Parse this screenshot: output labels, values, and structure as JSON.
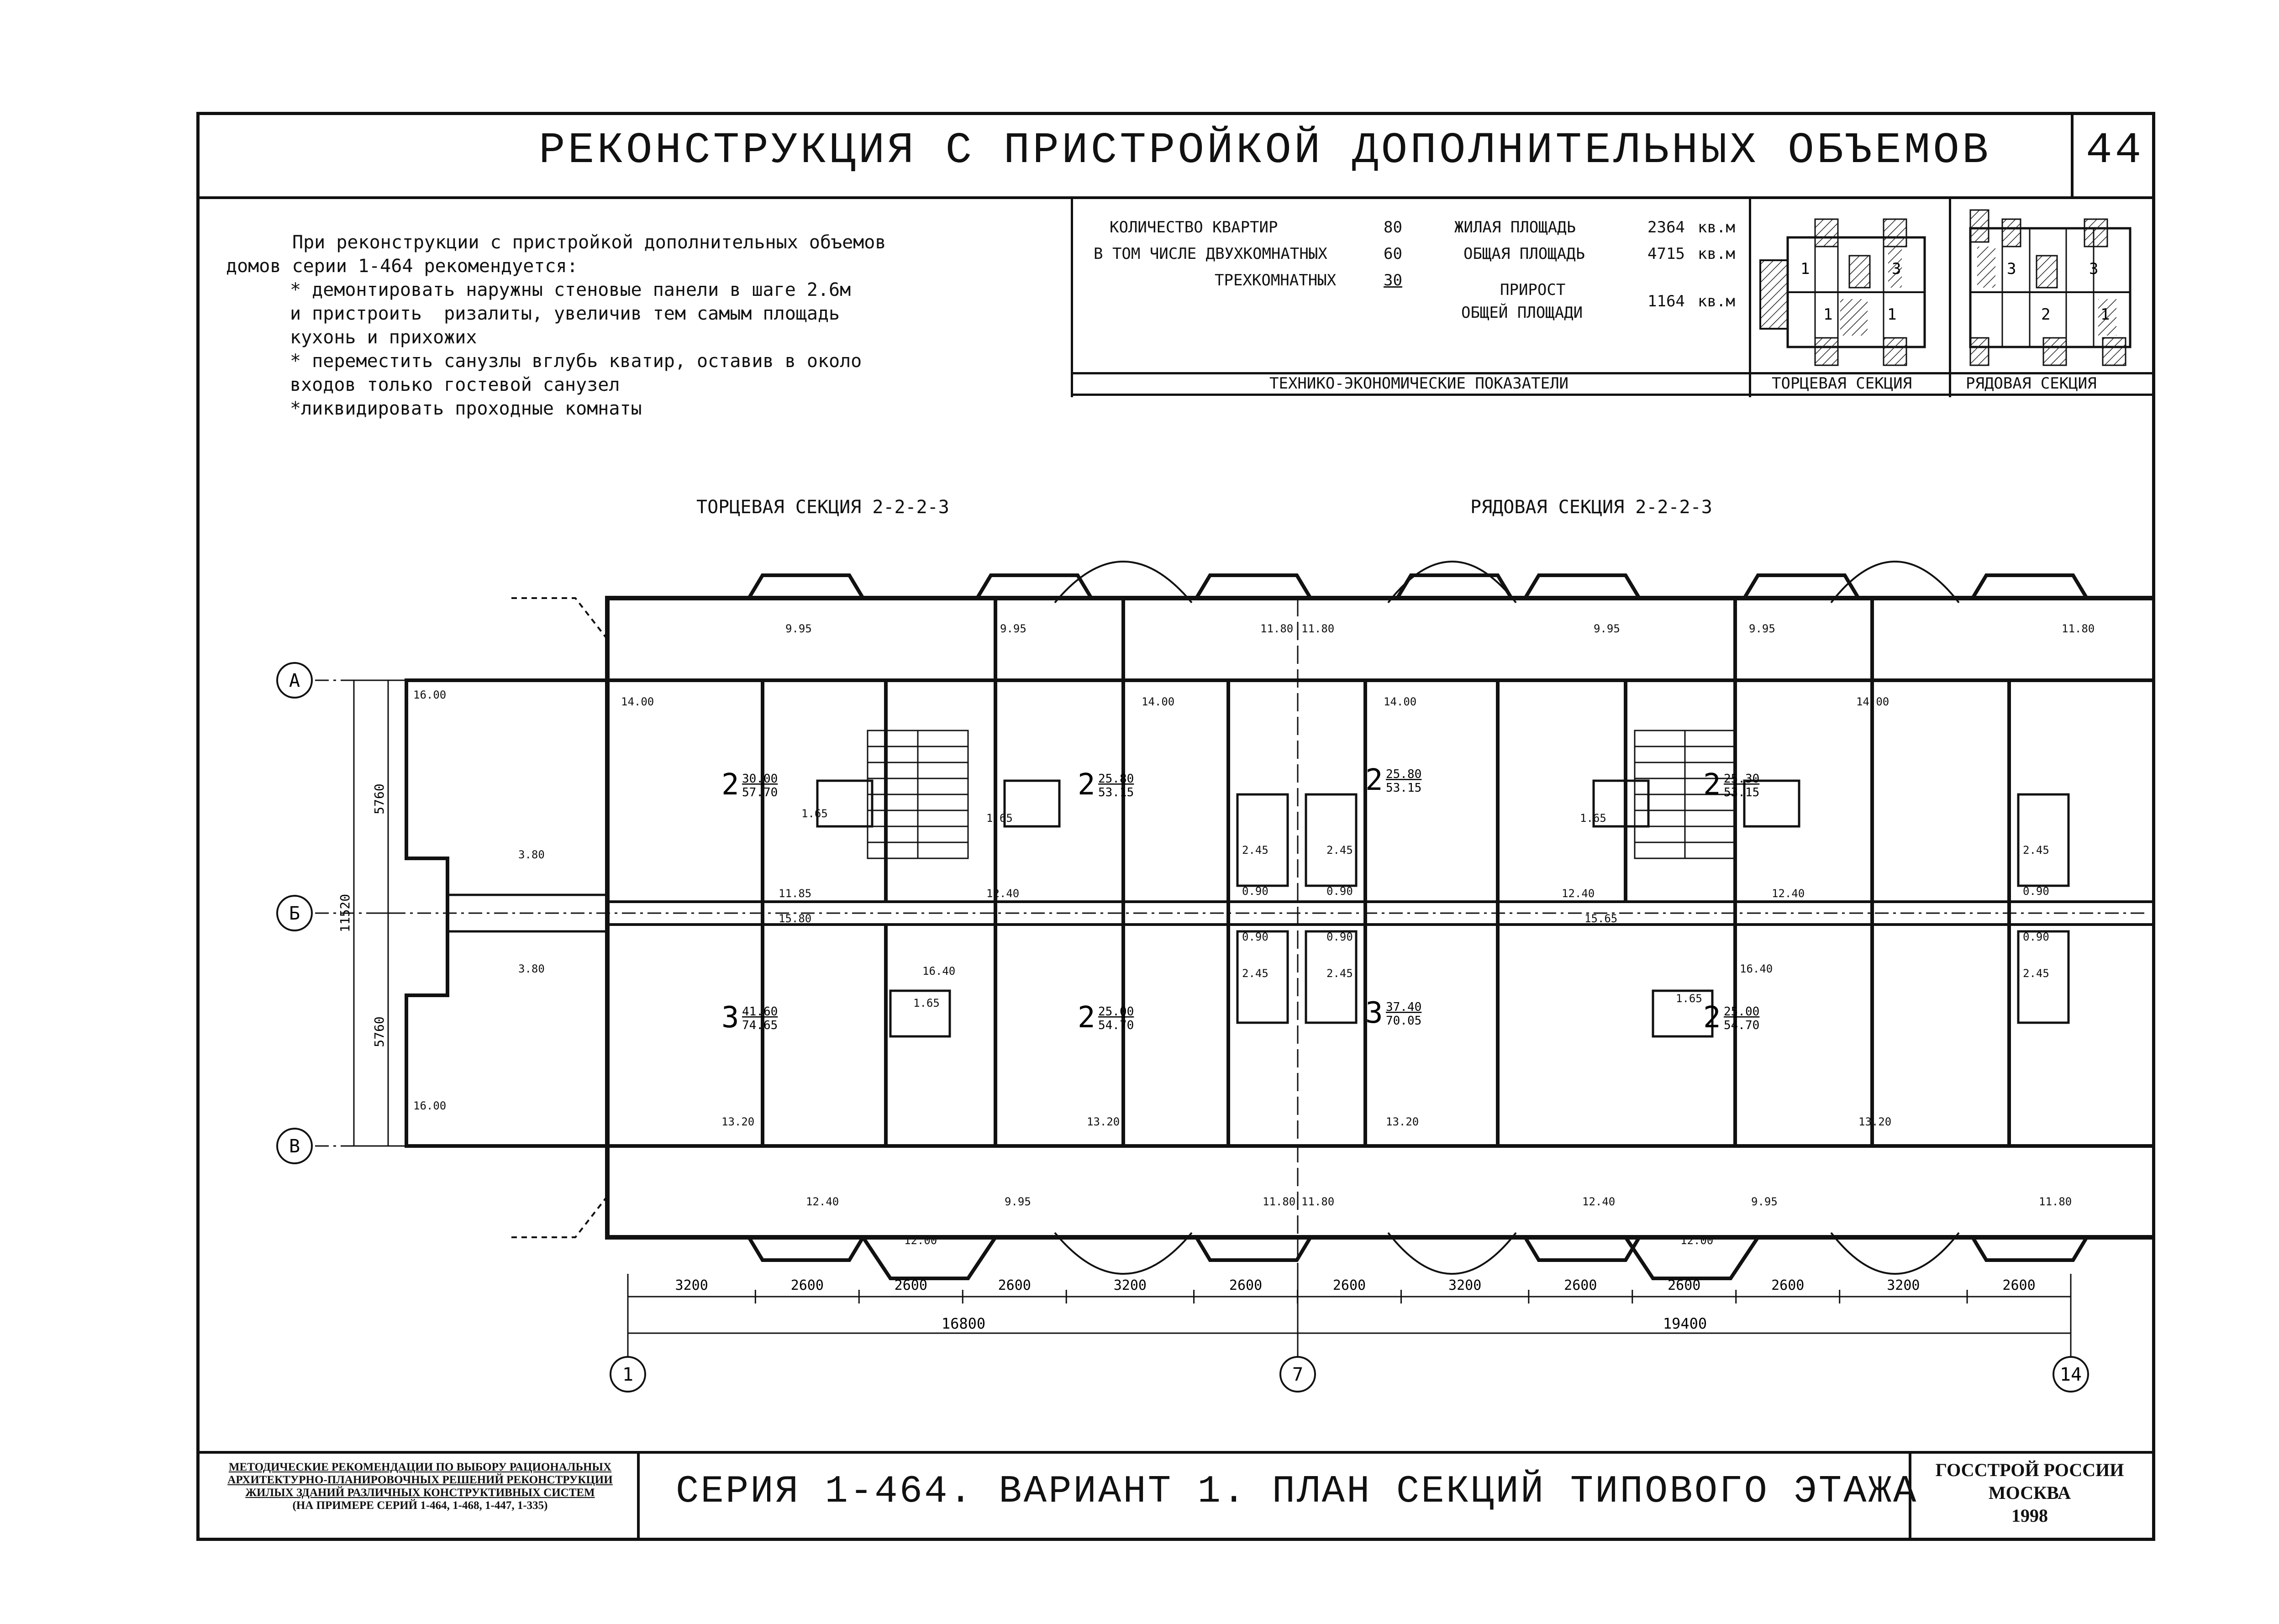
{
  "sheet": {
    "title": "РЕКОНСТРУКЦИЯ С ПРИСТРОЙКОЙ ДОПОЛНИТЕЛЬНЫХ ОБЪЕМОВ",
    "number": "44"
  },
  "notes": {
    "lines": [
      "При реконструкции с пристройкой дополнительных объемов",
      "домов серии 1-464 рекомендуется:",
      "* демонтировать наружны стеновые панели в шаге 2.6м",
      "и пристроить  ризалиты, увеличив тем самым площадь",
      "кухонь и прихожих",
      "* переместить санузлы вглубь кватир, оставив в около",
      "входов только гостевой санузел",
      "*ликвидировать проходные комнаты"
    ]
  },
  "tep": {
    "caption": "ТЕХНИКО-ЭКОНОМИЧЕСКИЕ ПОКАЗАТЕЛИ",
    "rows": [
      {
        "label": "КОЛИЧЕСТВО КВАРТИР",
        "value": "80"
      },
      {
        "label": "В ТОМ ЧИСЛЕ ДВУХКОМНАТНЫХ",
        "value": "60"
      },
      {
        "label": "ТРЕХКОМНАТНЫХ",
        "value": "30"
      }
    ],
    "areas": [
      {
        "label": "ЖИЛАЯ ПЛОЩАДЬ",
        "value": "2364",
        "unit": "кв.м"
      },
      {
        "label": "ОБЩАЯ ПЛОЩАДЬ",
        "value": "4715",
        "unit": "кв.м"
      },
      {
        "label": "ПРИРОСТ",
        "label2": "ОБЩЕЙ ПЛОЩАДИ",
        "value": "1164",
        "unit": "кв.м"
      }
    ]
  },
  "key_plans": {
    "end_section": {
      "caption": "ТОРЦЕВАЯ СЕКЦИЯ",
      "labels": [
        "1",
        "3",
        "1",
        "1"
      ]
    },
    "row_section": {
      "caption": "РЯДОВАЯ СЕКЦИЯ",
      "labels": [
        "3",
        "3",
        "2",
        "1"
      ]
    }
  },
  "plan": {
    "end_section_title": "ТОРЦЕВАЯ СЕКЦИЯ 2-2-2-3",
    "row_section_title": "РЯДОВАЯ СЕКЦИЯ 2-2-2-3",
    "axes_rows": [
      "А",
      "Б",
      "В"
    ],
    "axes_cols": [
      "1",
      "7",
      "14"
    ],
    "dim_vertical": [
      "5760",
      "11520",
      "5760"
    ],
    "dim_spans": [
      "3200",
      "2600",
      "2600",
      "2600",
      "3200",
      "2600",
      "2600",
      "3200",
      "2600",
      "2600",
      "2600",
      "3200",
      "2600"
    ],
    "dim_totals": [
      "16800",
      "19400"
    ],
    "apartments": [
      {
        "rooms": "2",
        "living": "30.00",
        "total": "57.70"
      },
      {
        "rooms": "2",
        "living": "25.80",
        "total": "53.15"
      },
      {
        "rooms": "2",
        "living": "25.80",
        "total": "53.15"
      },
      {
        "rooms": "2",
        "living": "25.30",
        "total": "53.15"
      },
      {
        "rooms": "3",
        "living": "41.60",
        "total": "74.65"
      },
      {
        "rooms": "2",
        "living": "25.00",
        "total": "54.70"
      },
      {
        "rooms": "3",
        "living": "37.40",
        "total": "70.05"
      },
      {
        "rooms": "2",
        "living": "25.00",
        "total": "54.70"
      }
    ],
    "room_areas_top": [
      "16.00",
      "14.00",
      "9.95",
      "9.95",
      "14.00",
      "11.80",
      "11.80",
      "14.00",
      "9.95",
      "9.95",
      "14.00",
      "11.80"
    ],
    "room_areas_mid": [
      "3.80",
      "1.65",
      "1.65",
      "2.45",
      "0.90",
      "2.45",
      "0.90",
      "1.65",
      "2.45",
      "0.90",
      "11.85",
      "15.80",
      "12.40",
      "12.40",
      "12.40",
      "15.65"
    ],
    "room_areas_mid2": [
      "3.80",
      "16.40",
      "1.65",
      "0.90",
      "2.45",
      "0.90",
      "2.45",
      "1.65",
      "16.40",
      "0.90",
      "2.45"
    ],
    "room_areas_bottom": [
      "16.00",
      "13.20",
      "13.20",
      "13.20",
      "13.20",
      "12.40",
      "12.00",
      "9.95",
      "11.80",
      "11.80",
      "12.40",
      "12.00",
      "9.95",
      "11.80"
    ]
  },
  "footer": {
    "left_lines": [
      "МЕТОДИЧЕСКИЕ РЕКОМЕНДАЦИИ ПО ВЫБОРУ РАЦИОНАЛЬНЫХ",
      "АРХИТЕКТУРНО-ПЛАНИРОВОЧНЫХ РЕШЕНИЙ РЕКОНСТРУКЦИИ",
      "ЖИЛЫХ ЗДАНИЙ РАЗЛИЧНЫХ КОНСТРУКТИВНЫХ СИСТЕМ",
      "(НА ПРИМЕРЕ СЕРИЙ 1-464, 1-468, 1-447, 1-335)"
    ],
    "title": "СЕРИЯ 1-464. ВАРИАНТ 1.  ПЛАН СЕКЦИЙ ТИПОВОГО ЭТАЖА",
    "org_lines": [
      "ГОССТРОЙ РОССИИ",
      "МОСКВА",
      "1998"
    ]
  }
}
